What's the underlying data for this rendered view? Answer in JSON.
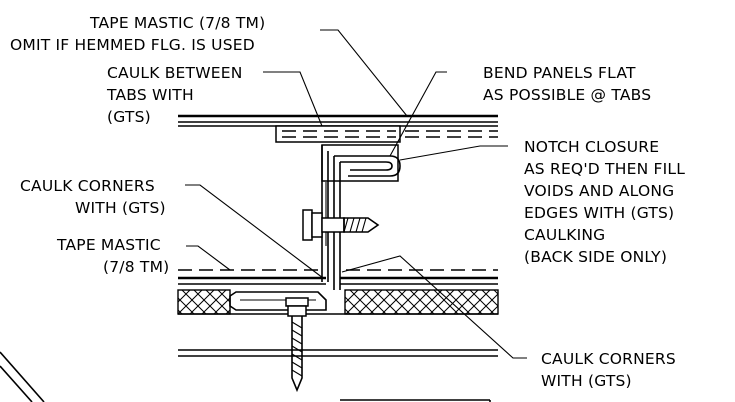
{
  "labels": {
    "tape_mastic_top_line1": "TAPE MASTIC (7/8 TM)",
    "tape_mastic_top_line2": "OMIT IF HEMMED FLG. IS USED",
    "caulk_between_line1": "CAULK BETWEEN",
    "caulk_between_line2": "TABS WITH",
    "caulk_between_line3": "(GTS)",
    "bend_panels_line1": "BEND PANELS FLAT",
    "bend_panels_line2": "AS POSSIBLE @ TABS",
    "notch_line1": "NOTCH CLOSURE",
    "notch_line2": "AS REQ'D THEN FILL",
    "notch_line3": "VOIDS AND ALONG",
    "notch_line4": "EDGES WITH (GTS)",
    "notch_line5": "CAULKING",
    "notch_line6": "(BACK SIDE ONLY)",
    "caulk_corners_left_line1": "CAULK CORNERS",
    "caulk_corners_left_line2": "WITH (GTS)",
    "tape_mastic_left_line1": "TAPE MASTIC",
    "tape_mastic_left_line2": "(7/8 TM)",
    "caulk_corners_right_line1": "CAULK CORNERS",
    "caulk_corners_right_line2": "WITH (GTS)"
  },
  "icons": [
    "self-drilling-screw-icon",
    "self-drilling-screw-icon"
  ]
}
